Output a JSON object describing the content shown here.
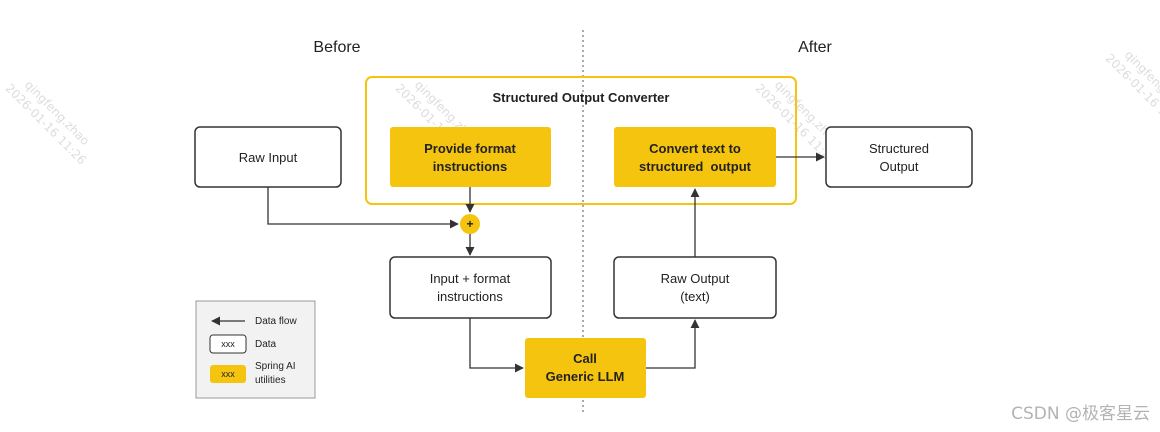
{
  "colors": {
    "accent": "#f5c40f",
    "stroke": "#333333",
    "text": "#222222",
    "legend_bg": "#f2f2f2",
    "legend_border": "#999999",
    "watermark": "#d9d9d9",
    "footer": "#b3b3b3"
  },
  "headings": {
    "before": "Before",
    "after": "After"
  },
  "converter": {
    "title": "Structured Output Converter"
  },
  "nodes": {
    "raw_input": [
      "Raw Input"
    ],
    "provide_format": [
      "Provide format",
      "instructions"
    ],
    "convert_text": [
      "Convert text to",
      "structured  output"
    ],
    "structured_output": [
      "Structured",
      "Output"
    ],
    "plus": "+",
    "input_format": [
      "Input + format",
      "instructions"
    ],
    "raw_output": [
      "Raw Output",
      "(text)"
    ],
    "call_llm": [
      "Call",
      "Generic LLM"
    ]
  },
  "legend": {
    "data_flow": "Data flow",
    "data_box": "xxx",
    "data_label": "Data",
    "utility_box": "xxx",
    "utility_label": [
      "Spring AI",
      "utilities"
    ]
  },
  "watermark": [
    "qingfeng.zhao",
    "2026-01-16 11:26"
  ],
  "footer": "CSDN @极客星云"
}
